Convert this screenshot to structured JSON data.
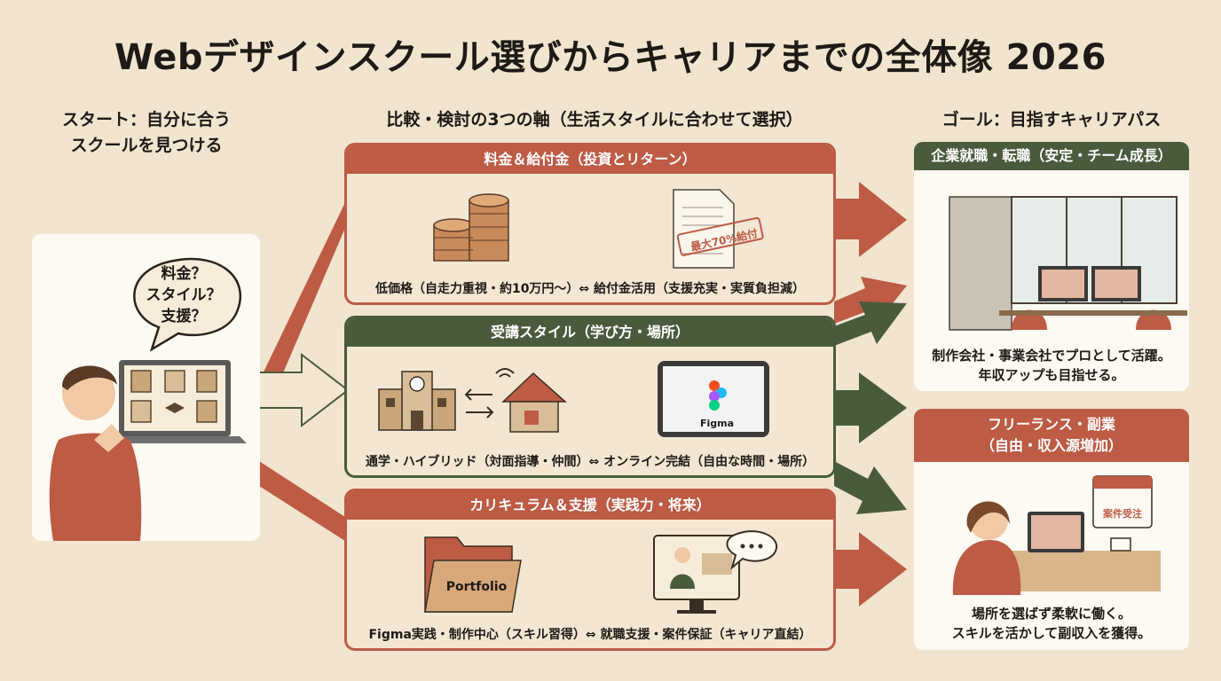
{
  "title": "Webデザインスクール選びからキャリアまでの全体像 2026",
  "start": {
    "heading_line1": "スタート：自分に合う",
    "heading_line2": "スクールを見つける",
    "bubble": [
      "料金？",
      "スタイル？",
      "支援？"
    ]
  },
  "compare": {
    "heading": "比較・検討の3つの軸（生活スタイルに合わせて選択）",
    "panels": [
      {
        "title": "料金＆給付金（投資とリターン）",
        "caption": "低価格（自走力重視・約10万円〜）⇔ 給付金活用（支援充実・実質負担減）",
        "stamp": "最大70%給付"
      },
      {
        "title": "受講スタイル（学び方・場所）",
        "caption": "通学・ハイブリッド（対面指導・仲間）⇔ オンライン完結（自由な時間・場所）",
        "tablet_label": "Figma"
      },
      {
        "title": "カリキュラム＆支援（実践力・将来）",
        "caption": "Figma実践・制作中心（スキル習得）⇔ 就職支援・案件保証（キャリア直結）",
        "folder_label": "Portfolio"
      }
    ]
  },
  "goal": {
    "heading": "ゴール：目指すキャリアパス",
    "cards": [
      {
        "title_line1": "企業就職・転職（安定・チーム成長）",
        "title_line2": "",
        "caption_line1": "制作会社・事業会社でプロとして活躍。",
        "caption_line2": "年収アップも目指せる。"
      },
      {
        "title_line1": "フリーランス・副業",
        "title_line2": "（自由・収入源増加）",
        "caption_line1": "場所を選ばず柔軟に働く。",
        "caption_line2": "スキルを活かして副収入を獲得。",
        "calendar_label": "案件受注"
      }
    ]
  },
  "colors": {
    "background": "#f1e5d0",
    "accent_red": "#bd5b45",
    "accent_green": "#4a5b3d",
    "card": "#fdfaf3"
  }
}
